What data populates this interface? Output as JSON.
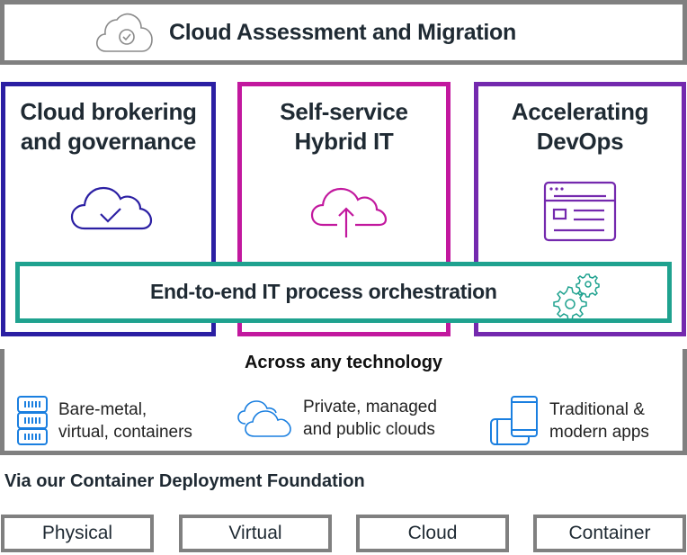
{
  "header": {
    "title": "Cloud Assessment and Migration",
    "icon": "cloud-check-icon"
  },
  "pillars": [
    {
      "title_line1": "Cloud brokering",
      "title_line2": "and governance",
      "icon": "cloud-check-icon",
      "color": "#2b1fa3"
    },
    {
      "title_line1": "Self-service",
      "title_line2": "Hybrid IT",
      "icon": "cloud-upload-icon",
      "color": "#c2189e"
    },
    {
      "title_line1": "Accelerating",
      "title_line2": "DevOps",
      "icon": "browser-window-icon",
      "color": "#7429ae"
    }
  ],
  "orchestration": {
    "title": "End-to-end IT process orchestration",
    "icon": "gears-icon",
    "color": "#1fa28f"
  },
  "technology": {
    "title": "Across any technology",
    "items": [
      {
        "line1": "Bare-metal,",
        "line2": "virtual, containers",
        "icon": "server-rack-icon"
      },
      {
        "line1": "Private, managed",
        "line2": "and public clouds",
        "icon": "clouds-icon"
      },
      {
        "line1": "Traditional &",
        "line2": "modern apps",
        "icon": "devices-icon"
      }
    ],
    "icon_color": "#1a7fe0"
  },
  "foundation": {
    "title": "Via our Container Deployment Foundation",
    "options": [
      "Physical",
      "Virtual",
      "Cloud",
      "Container"
    ]
  }
}
